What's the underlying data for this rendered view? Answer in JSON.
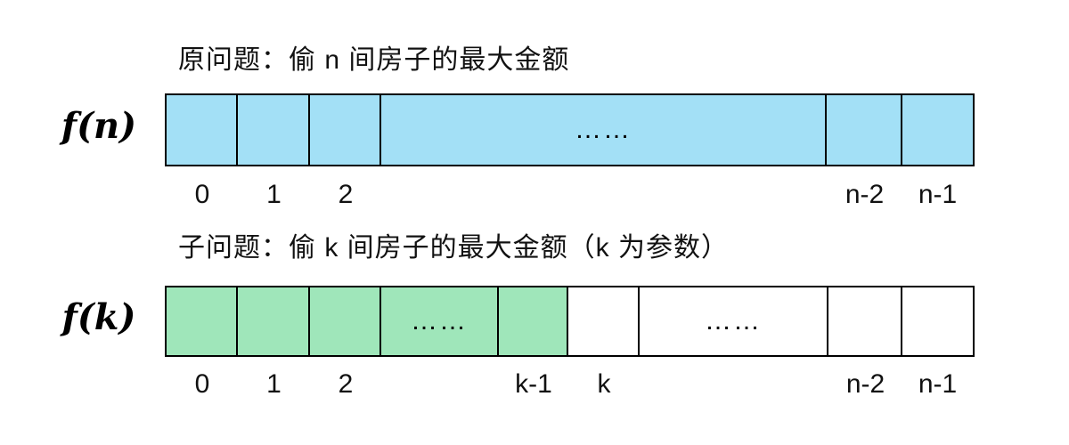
{
  "colors": {
    "background": "#ffffff",
    "blue_fill": "#a3e0f6",
    "green_fill": "#9fe6ba",
    "white_fill": "#ffffff",
    "border": "#000000",
    "text": "#111111"
  },
  "original": {
    "title": "原问题：偷 n 间房子的最大金额",
    "function_label": "f(n)",
    "cells": [
      {
        "index_label": "0",
        "text": ""
      },
      {
        "index_label": "1",
        "text": ""
      },
      {
        "index_label": "2",
        "text": ""
      },
      {
        "index_label": "",
        "text": "……"
      },
      {
        "index_label": "n-2",
        "text": ""
      },
      {
        "index_label": "n-1",
        "text": ""
      }
    ]
  },
  "subproblem": {
    "title": "子问题：偷 k 间房子的最大金额（k 为参数）",
    "function_label": "f(k)",
    "cells": [
      {
        "index_label": "0",
        "text": "",
        "fill": "green"
      },
      {
        "index_label": "1",
        "text": "",
        "fill": "green"
      },
      {
        "index_label": "2",
        "text": "",
        "fill": "green"
      },
      {
        "index_label": "",
        "text": "……",
        "fill": "green"
      },
      {
        "index_label": "k-1",
        "text": "",
        "fill": "green"
      },
      {
        "index_label": "k",
        "text": "",
        "fill": "white"
      },
      {
        "index_label": "",
        "text": "……",
        "fill": "white"
      },
      {
        "index_label": "n-2",
        "text": "",
        "fill": "white"
      },
      {
        "index_label": "n-1",
        "text": "",
        "fill": "white"
      }
    ]
  }
}
